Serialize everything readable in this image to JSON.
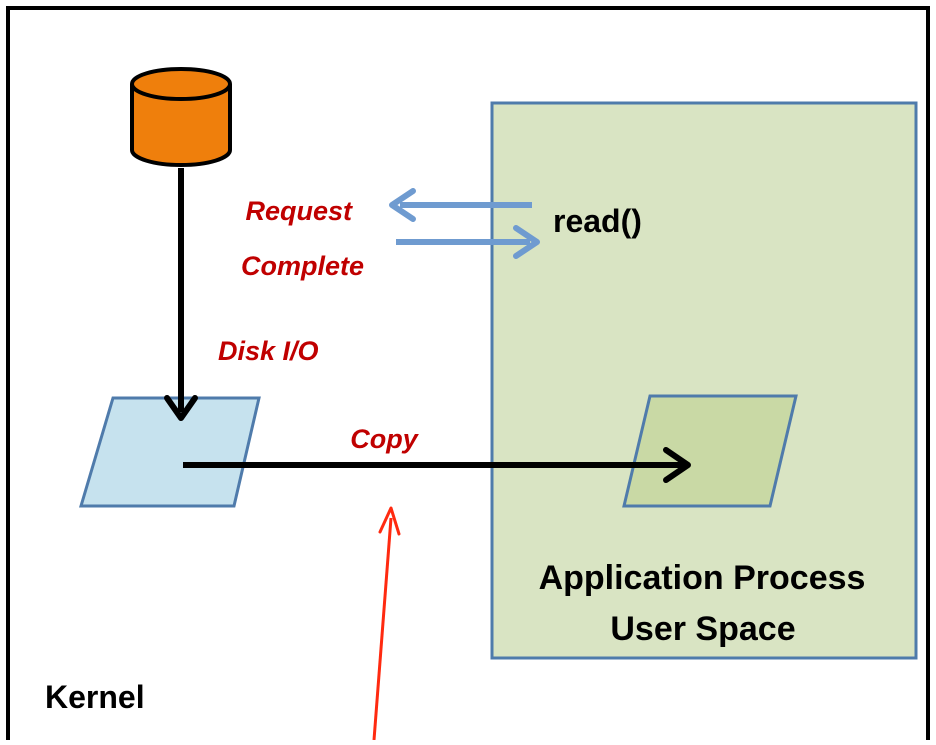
{
  "diagram": {
    "labels": {
      "request": "Request",
      "complete": "Complete",
      "disk_io": "Disk I/O",
      "copy": "Copy",
      "read_call": "read()",
      "app_process_line1": "Application Process",
      "app_process_line2": "User Space",
      "kernel": "Kernel"
    },
    "nodes": [
      {
        "id": "disk",
        "shape": "cylinder",
        "icon": "disk-icon"
      },
      {
        "id": "kernel-buffer",
        "shape": "parallelogram"
      },
      {
        "id": "user-buffer",
        "shape": "parallelogram"
      },
      {
        "id": "application-process",
        "shape": "rectangle"
      }
    ],
    "edges": [
      {
        "from": "read()",
        "to": "kernel",
        "label": "Request"
      },
      {
        "from": "kernel",
        "to": "read()",
        "label": "Complete"
      },
      {
        "from": "disk",
        "to": "kernel-buffer",
        "label": "Disk I/O"
      },
      {
        "from": "kernel-buffer",
        "to": "user-buffer",
        "label": "Copy"
      }
    ],
    "colors": {
      "outer_frame": "#000000",
      "app_box_fill": "#d9e4c3",
      "app_box_stroke": "#4f7bab",
      "kernel_buffer_fill": "#c6e2ee",
      "user_buffer_fill": "#c9d9a5",
      "buffer_stroke": "#4f7bab",
      "disk_fill": "#ef7f0c",
      "disk_stroke": "#000000",
      "request_arrow": "#6f9bd0",
      "highlight_arrow": "#ff2a10",
      "label_red": "#c00000"
    }
  }
}
